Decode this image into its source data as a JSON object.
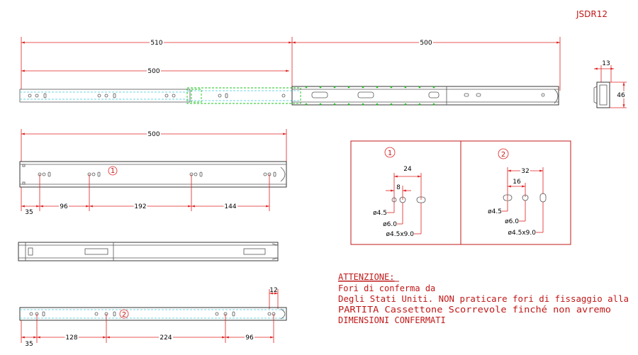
{
  "header": {
    "code": "JSDR12"
  },
  "top_view": {
    "dim_total": "510",
    "dim_extension": "500",
    "dim_closed": "500",
    "end_height": "46",
    "end_width": "13"
  },
  "middle_view": {
    "length": "500",
    "hole_label": "1",
    "offsets": [
      "35",
      "96",
      "192",
      "144"
    ]
  },
  "bottom_view": {
    "hole_label": "2",
    "end_dim": "12",
    "offsets": [
      "35",
      "128",
      "224",
      "96"
    ]
  },
  "detail_box": {
    "panel1": {
      "label": "1",
      "dim_outer": "24",
      "dim_inner": "8",
      "callouts": [
        "ø4.5",
        "ø6.0",
        "ø4.5x9.0"
      ]
    },
    "panel2": {
      "label": "2",
      "dim_outer": "32",
      "dim_inner": "16",
      "callouts": [
        "ø4.5",
        "ø6.0",
        "ø4.5x9.0"
      ]
    }
  },
  "notice": {
    "title": "ATTENZIONE:",
    "lines": [
      "Fori di conferma da",
      "Degli Stati Uniti. NON praticare fori di fissaggio alla",
      "PARTITA Cassettone Scorrevole finché non avremo",
      "DIMENSIONI CONFERMATI"
    ]
  }
}
